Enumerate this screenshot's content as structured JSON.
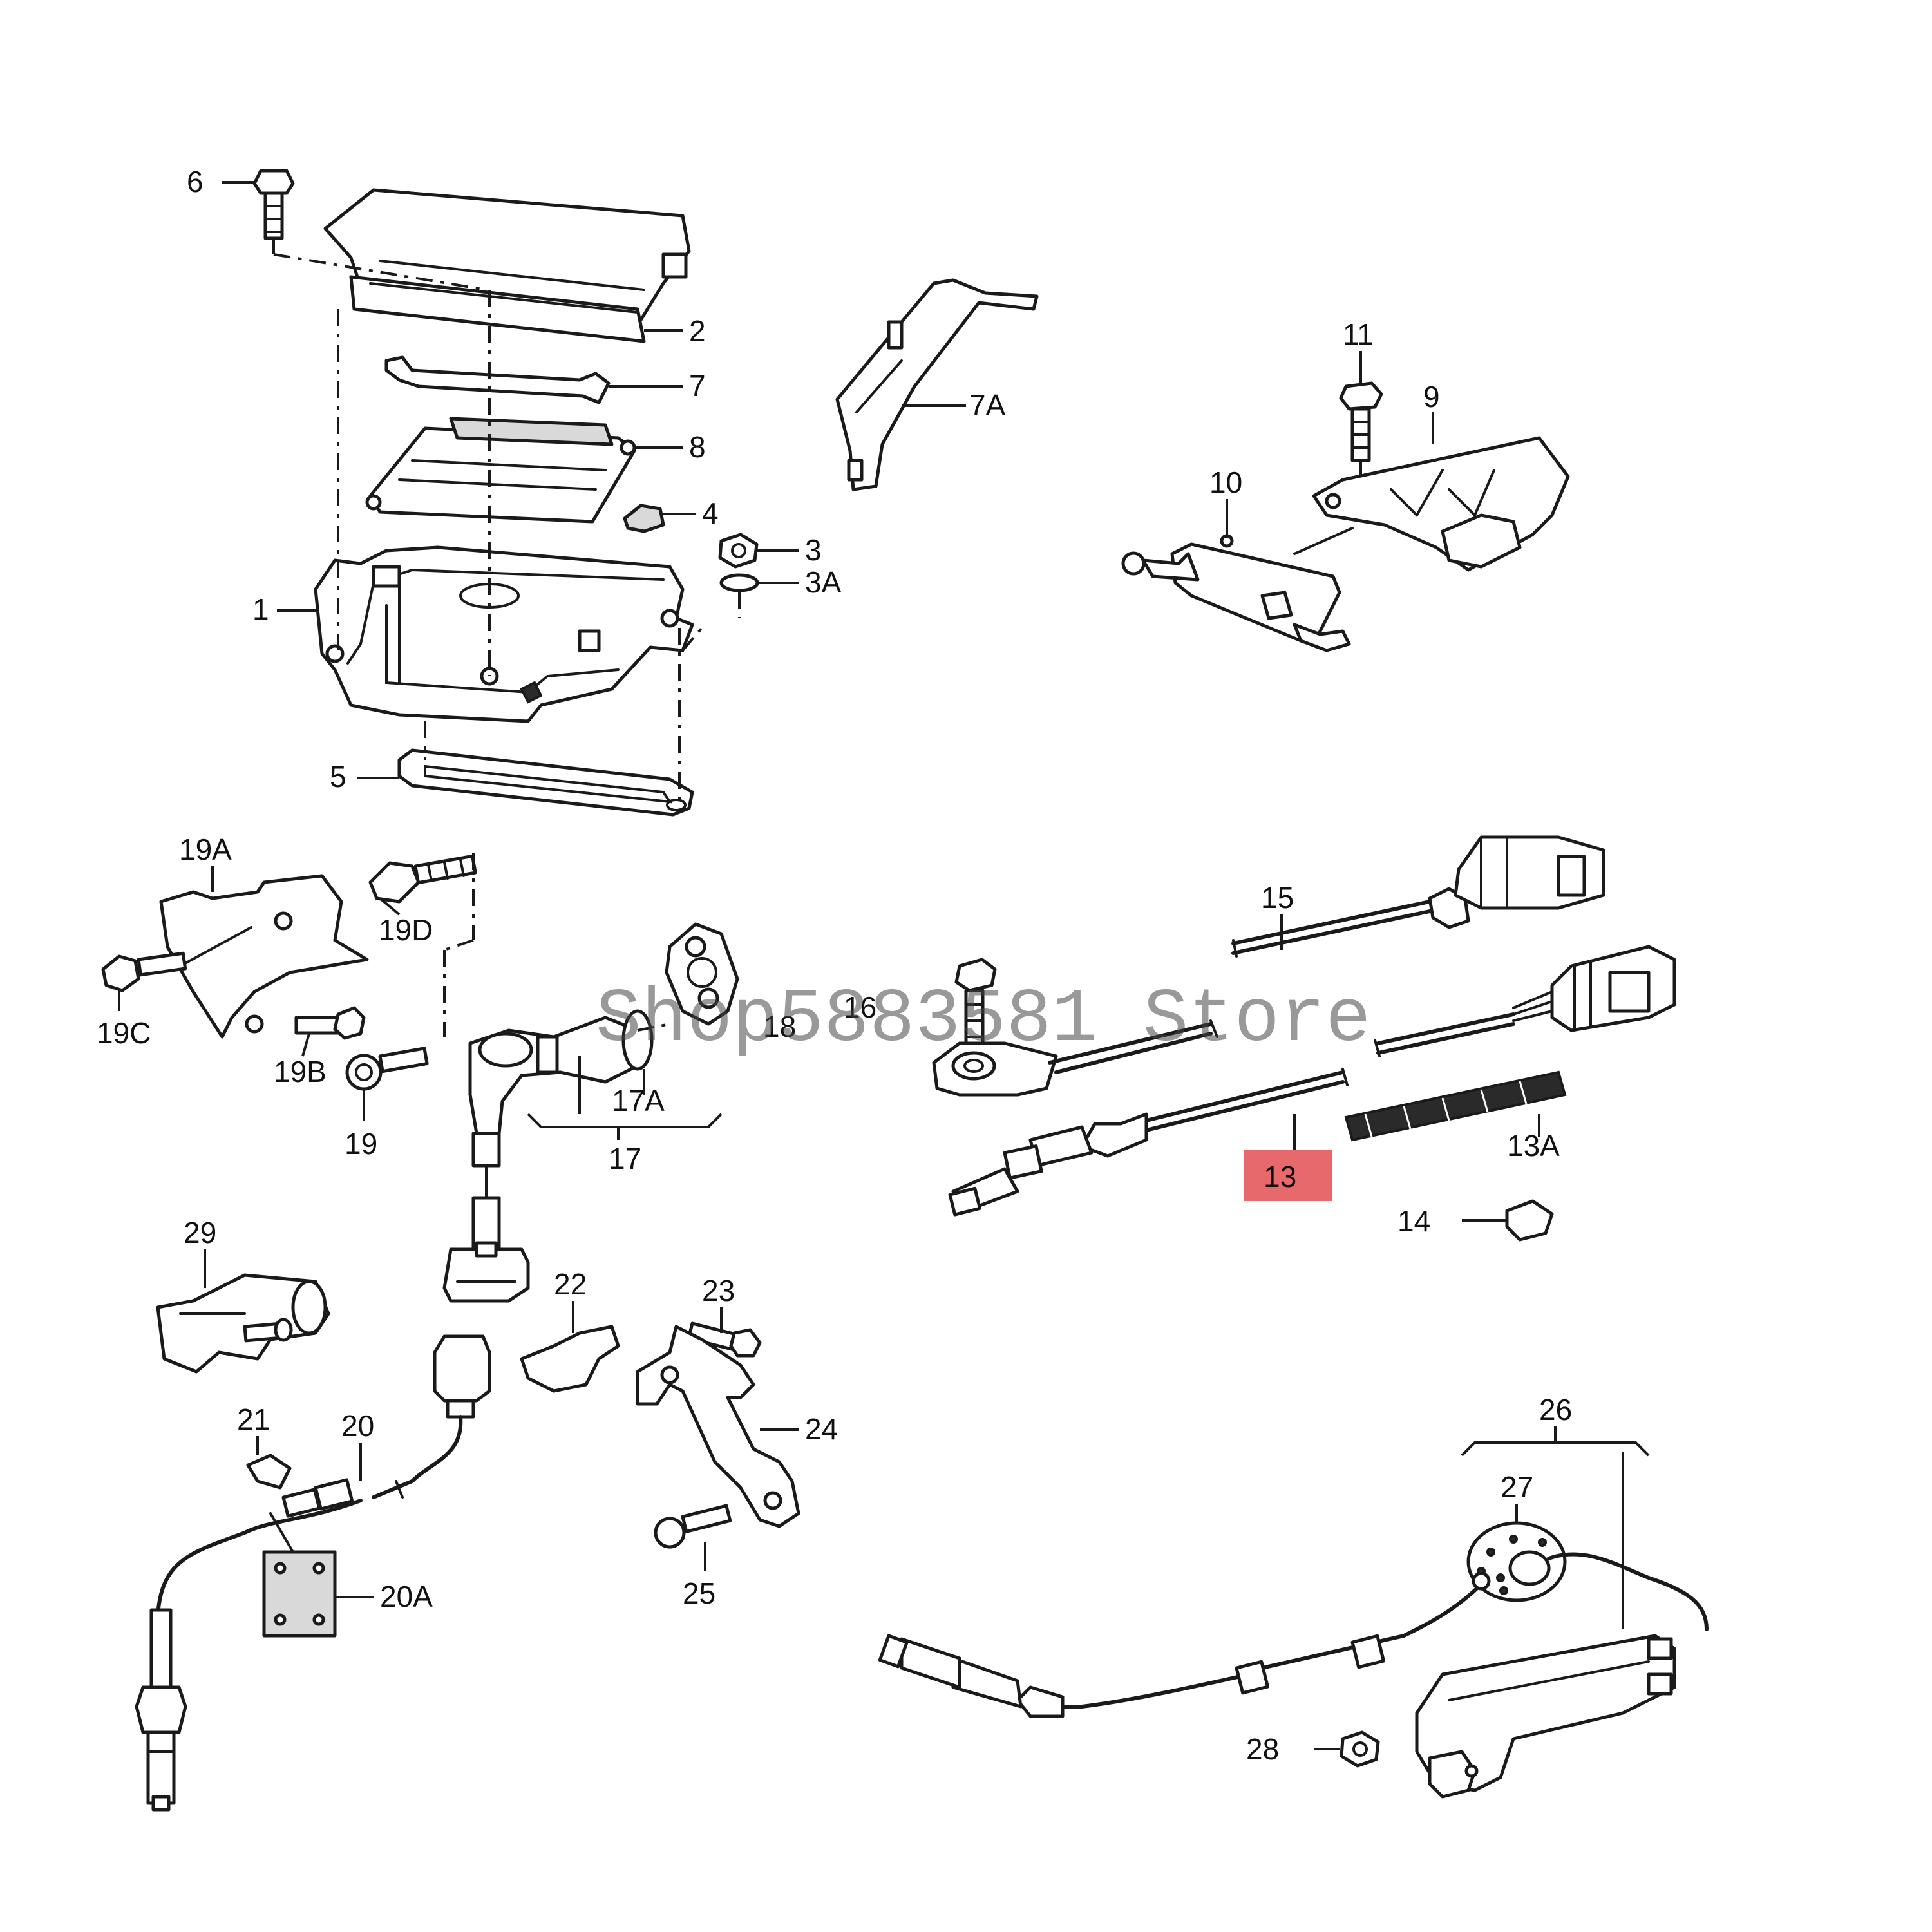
{
  "diagram": {
    "watermark": "Shop5883581 Store",
    "highlight_color": "#e8696b",
    "highlighted_label": "13",
    "labels": {
      "l1": "1",
      "l2": "2",
      "l3": "3",
      "l3A": "3A",
      "l4": "4",
      "l5": "5",
      "l6": "6",
      "l7": "7",
      "l7A": "7A",
      "l8": "8",
      "l9": "9",
      "l10": "10",
      "l11": "11",
      "l13": "13",
      "l13A": "13A",
      "l14": "14",
      "l15": "15",
      "l16": "16",
      "l17": "17",
      "l17A": "17A",
      "l18": "18",
      "l19": "19",
      "l19A": "19A",
      "l19B": "19B",
      "l19C": "19C",
      "l19D": "19D",
      "l20": "20",
      "l20A": "20A",
      "l21": "21",
      "l22": "22",
      "l23": "23",
      "l24": "24",
      "l25": "25",
      "l26": "26",
      "l27": "27",
      "l28": "28",
      "l29": "29"
    }
  }
}
